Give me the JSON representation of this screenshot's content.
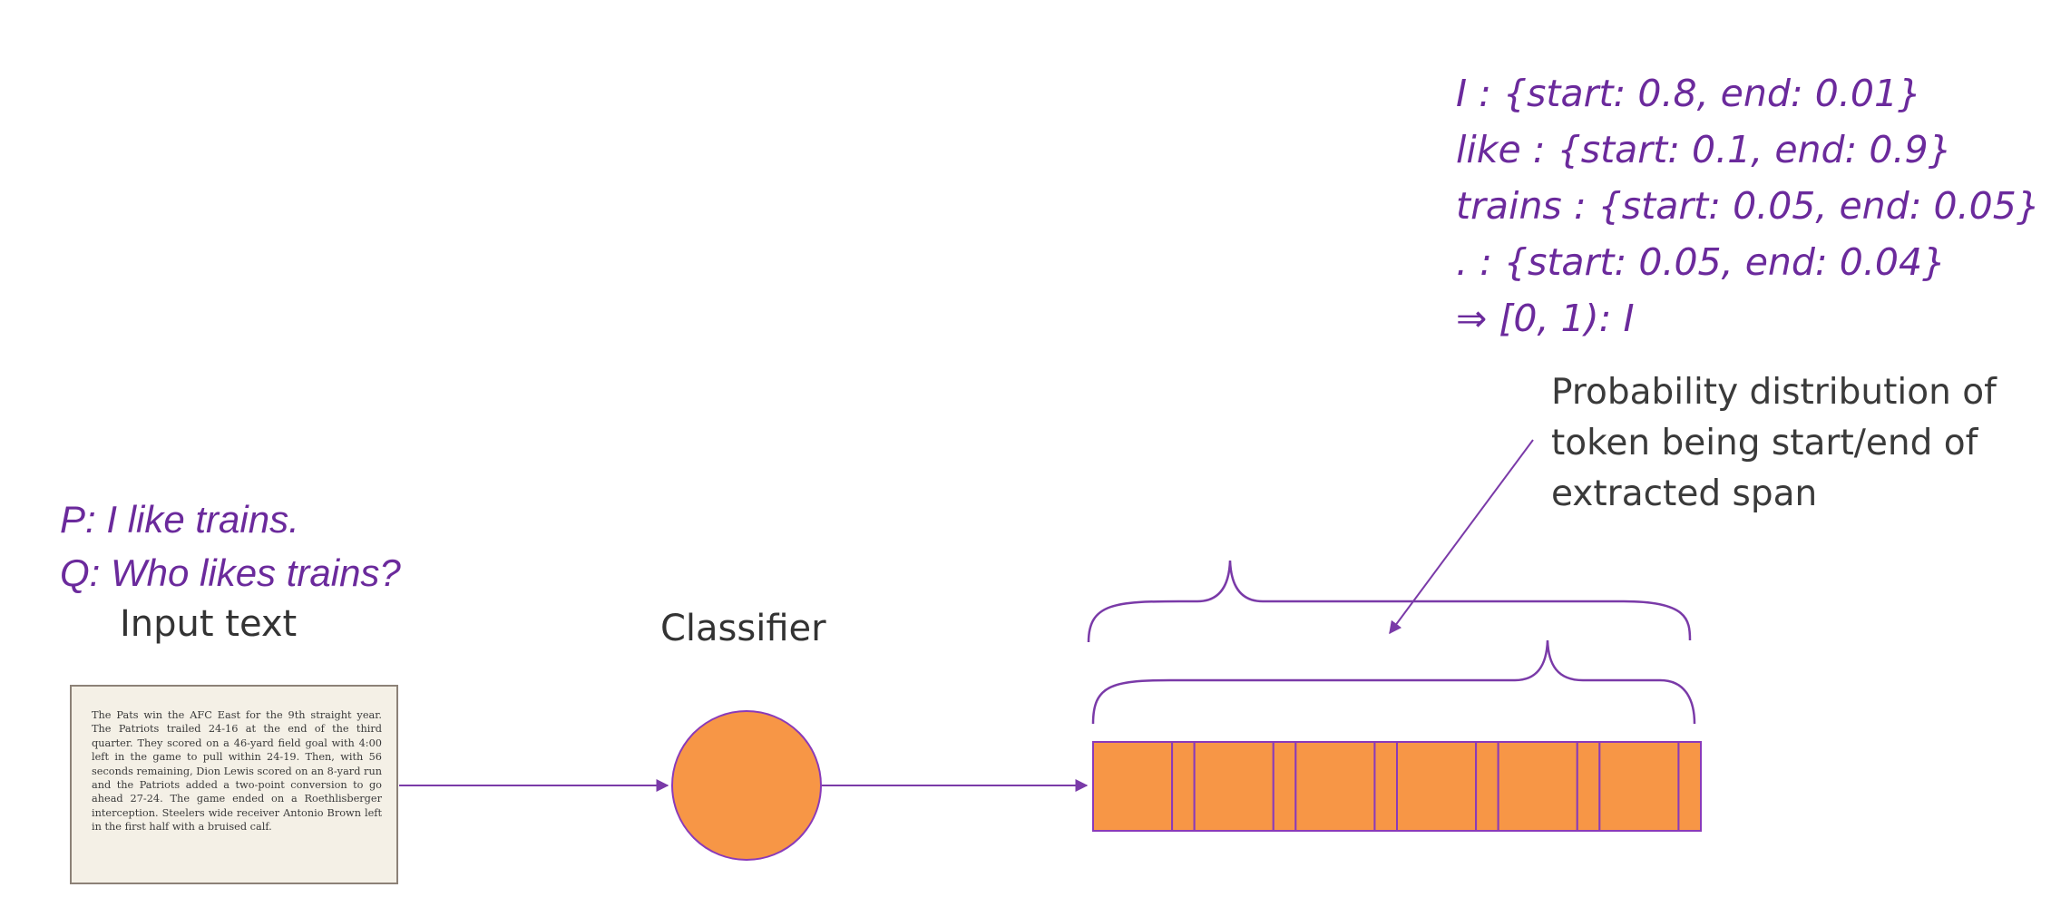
{
  "scores": [
    "I : {start: 0.8, end: 0.01}",
    "like : {start: 0.1, end: 0.9}",
    "trains : {start: 0.05, end: 0.05}",
    ". : {start: 0.05, end: 0.04}",
    "⇒ [0, 1): I"
  ],
  "prob_label": "Probability distribution of token being start/end of extracted span",
  "passage_label": "P: I like trains.",
  "question_label": "Q: Who likes trains?",
  "input_label": "Input text",
  "classifier_label": "Classifier",
  "passage_text": "The Pats win the AFC East for the 9th straight year. The Patriots trailed 24-16 at the end of the third quarter. They scored on a 46-yard field goal with 4:00 left in the game to pull within 24-19. Then, with 56 seconds remaining, Dion Lewis scored on an 8-yard run and the Patriots added a two-point conversion to go ahead 27-24. The game ended on a Roethlisberger interception. Steelers wide receiver Antonio Brown left in the first half with a bruised calf.",
  "colors": {
    "accent": "#6b2a9c",
    "token_fill": "#f79646",
    "token_border": "#8a3ab9",
    "arrow": "#7a3aa8"
  },
  "token_count": 6
}
